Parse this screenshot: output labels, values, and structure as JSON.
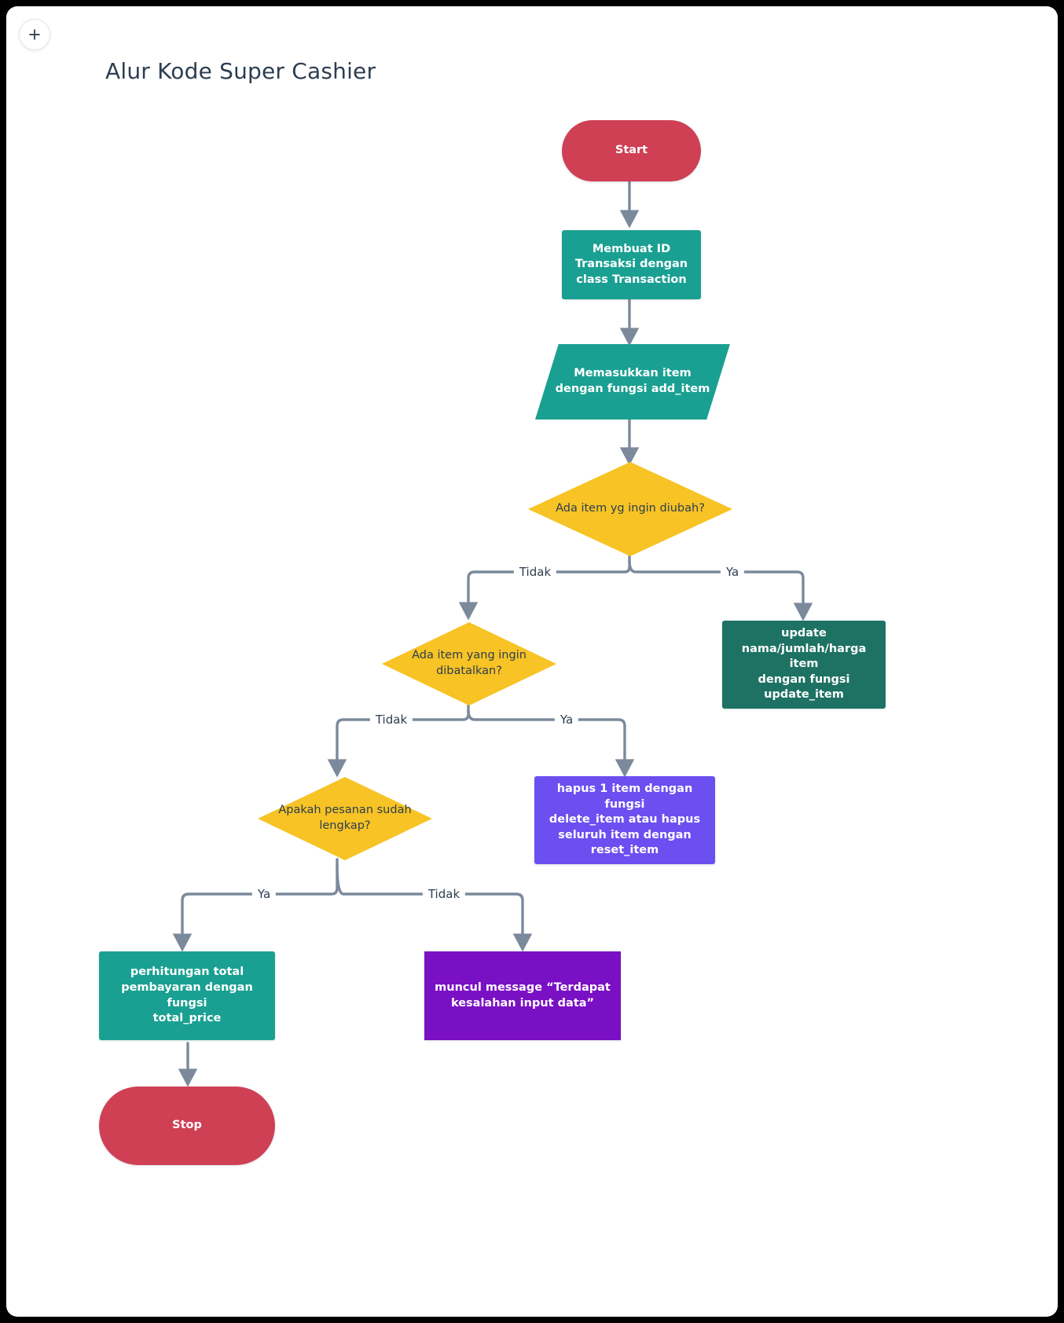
{
  "canvas": {
    "add_button_icon": "plus-icon",
    "background": "#ffffff",
    "page_background": "#000000"
  },
  "title": "Alur Kode Super Cashier",
  "colors": {
    "terminal": "#cf4055",
    "process_teal": "#1aa092",
    "process_dark_teal": "#1d7263",
    "process_indigo": "#6c4ff0",
    "process_violet": "#7a10c4",
    "decision": "#f7c325",
    "edge": "#7b8a9b",
    "text_dark": "#2c3e50",
    "text_light": "#ffffff"
  },
  "chart_data": {
    "type": "diagram",
    "title": "Alur Kode Super Cashier",
    "nodes": [
      {
        "id": "start",
        "shape": "terminal",
        "label": "Start"
      },
      {
        "id": "create_id",
        "shape": "process",
        "label": "Membuat ID\nTransaksi dengan\nclass Transaction"
      },
      {
        "id": "add_item",
        "shape": "io",
        "label": "Memasukkan item\ndengan fungsi add_item"
      },
      {
        "id": "d_ubah",
        "shape": "decision",
        "label": "Ada item yg ingin diubah?"
      },
      {
        "id": "update_item",
        "shape": "process",
        "label": "update\nnama/jumlah/harga item\ndengan fungsi\nupdate_item"
      },
      {
        "id": "d_batal",
        "shape": "decision",
        "label": "Ada item yang ingin\ndibatalkan?"
      },
      {
        "id": "delete_item",
        "shape": "process",
        "label": "hapus 1 item dengan fungsi\ndelete_item atau hapus\nseluruh item dengan\nreset_item"
      },
      {
        "id": "d_lengkap",
        "shape": "decision",
        "label": "Apakah pesanan sudah\nlengkap?"
      },
      {
        "id": "total_price",
        "shape": "process",
        "label": "perhitungan total\npembayaran dengan fungsi\ntotal_price"
      },
      {
        "id": "error_msg",
        "shape": "process",
        "label": "muncul message “Terdapat\nkesalahan input data”"
      },
      {
        "id": "stop",
        "shape": "terminal",
        "label": "Stop"
      }
    ],
    "edges": [
      {
        "from": "start",
        "to": "create_id",
        "label": ""
      },
      {
        "from": "create_id",
        "to": "add_item",
        "label": ""
      },
      {
        "from": "add_item",
        "to": "d_ubah",
        "label": ""
      },
      {
        "from": "d_ubah",
        "to": "d_batal",
        "label": "Tidak"
      },
      {
        "from": "d_ubah",
        "to": "update_item",
        "label": "Ya"
      },
      {
        "from": "d_batal",
        "to": "d_lengkap",
        "label": "Tidak"
      },
      {
        "from": "d_batal",
        "to": "delete_item",
        "label": "Ya"
      },
      {
        "from": "d_lengkap",
        "to": "total_price",
        "label": "Ya"
      },
      {
        "from": "d_lengkap",
        "to": "error_msg",
        "label": "Tidak"
      },
      {
        "from": "total_price",
        "to": "stop",
        "label": ""
      }
    ]
  },
  "nodes": {
    "start": "Start",
    "create_id": "Membuat ID\nTransaksi dengan\nclass Transaction",
    "add_item": "Memasukkan item\ndengan fungsi add_item",
    "d_ubah": "Ada item yg ingin diubah?",
    "update_item": "update\nnama/jumlah/harga item\ndengan fungsi\nupdate_item",
    "d_batal": "Ada item yang ingin\ndibatalkan?",
    "delete_item": "hapus 1 item dengan fungsi\ndelete_item atau hapus\nseluruh item dengan\nreset_item",
    "d_lengkap": "Apakah pesanan sudah\nlengkap?",
    "total_price": "perhitungan total\npembayaran dengan fungsi\ntotal_price",
    "error_msg": "muncul message “Terdapat\nkesalahan input data”",
    "stop": "Stop"
  },
  "edge_labels": {
    "ubah_tidak": "Tidak",
    "ubah_ya": "Ya",
    "batal_tidak": "Tidak",
    "batal_ya": "Ya",
    "lengkap_ya": "Ya",
    "lengkap_tidak": "Tidak"
  }
}
